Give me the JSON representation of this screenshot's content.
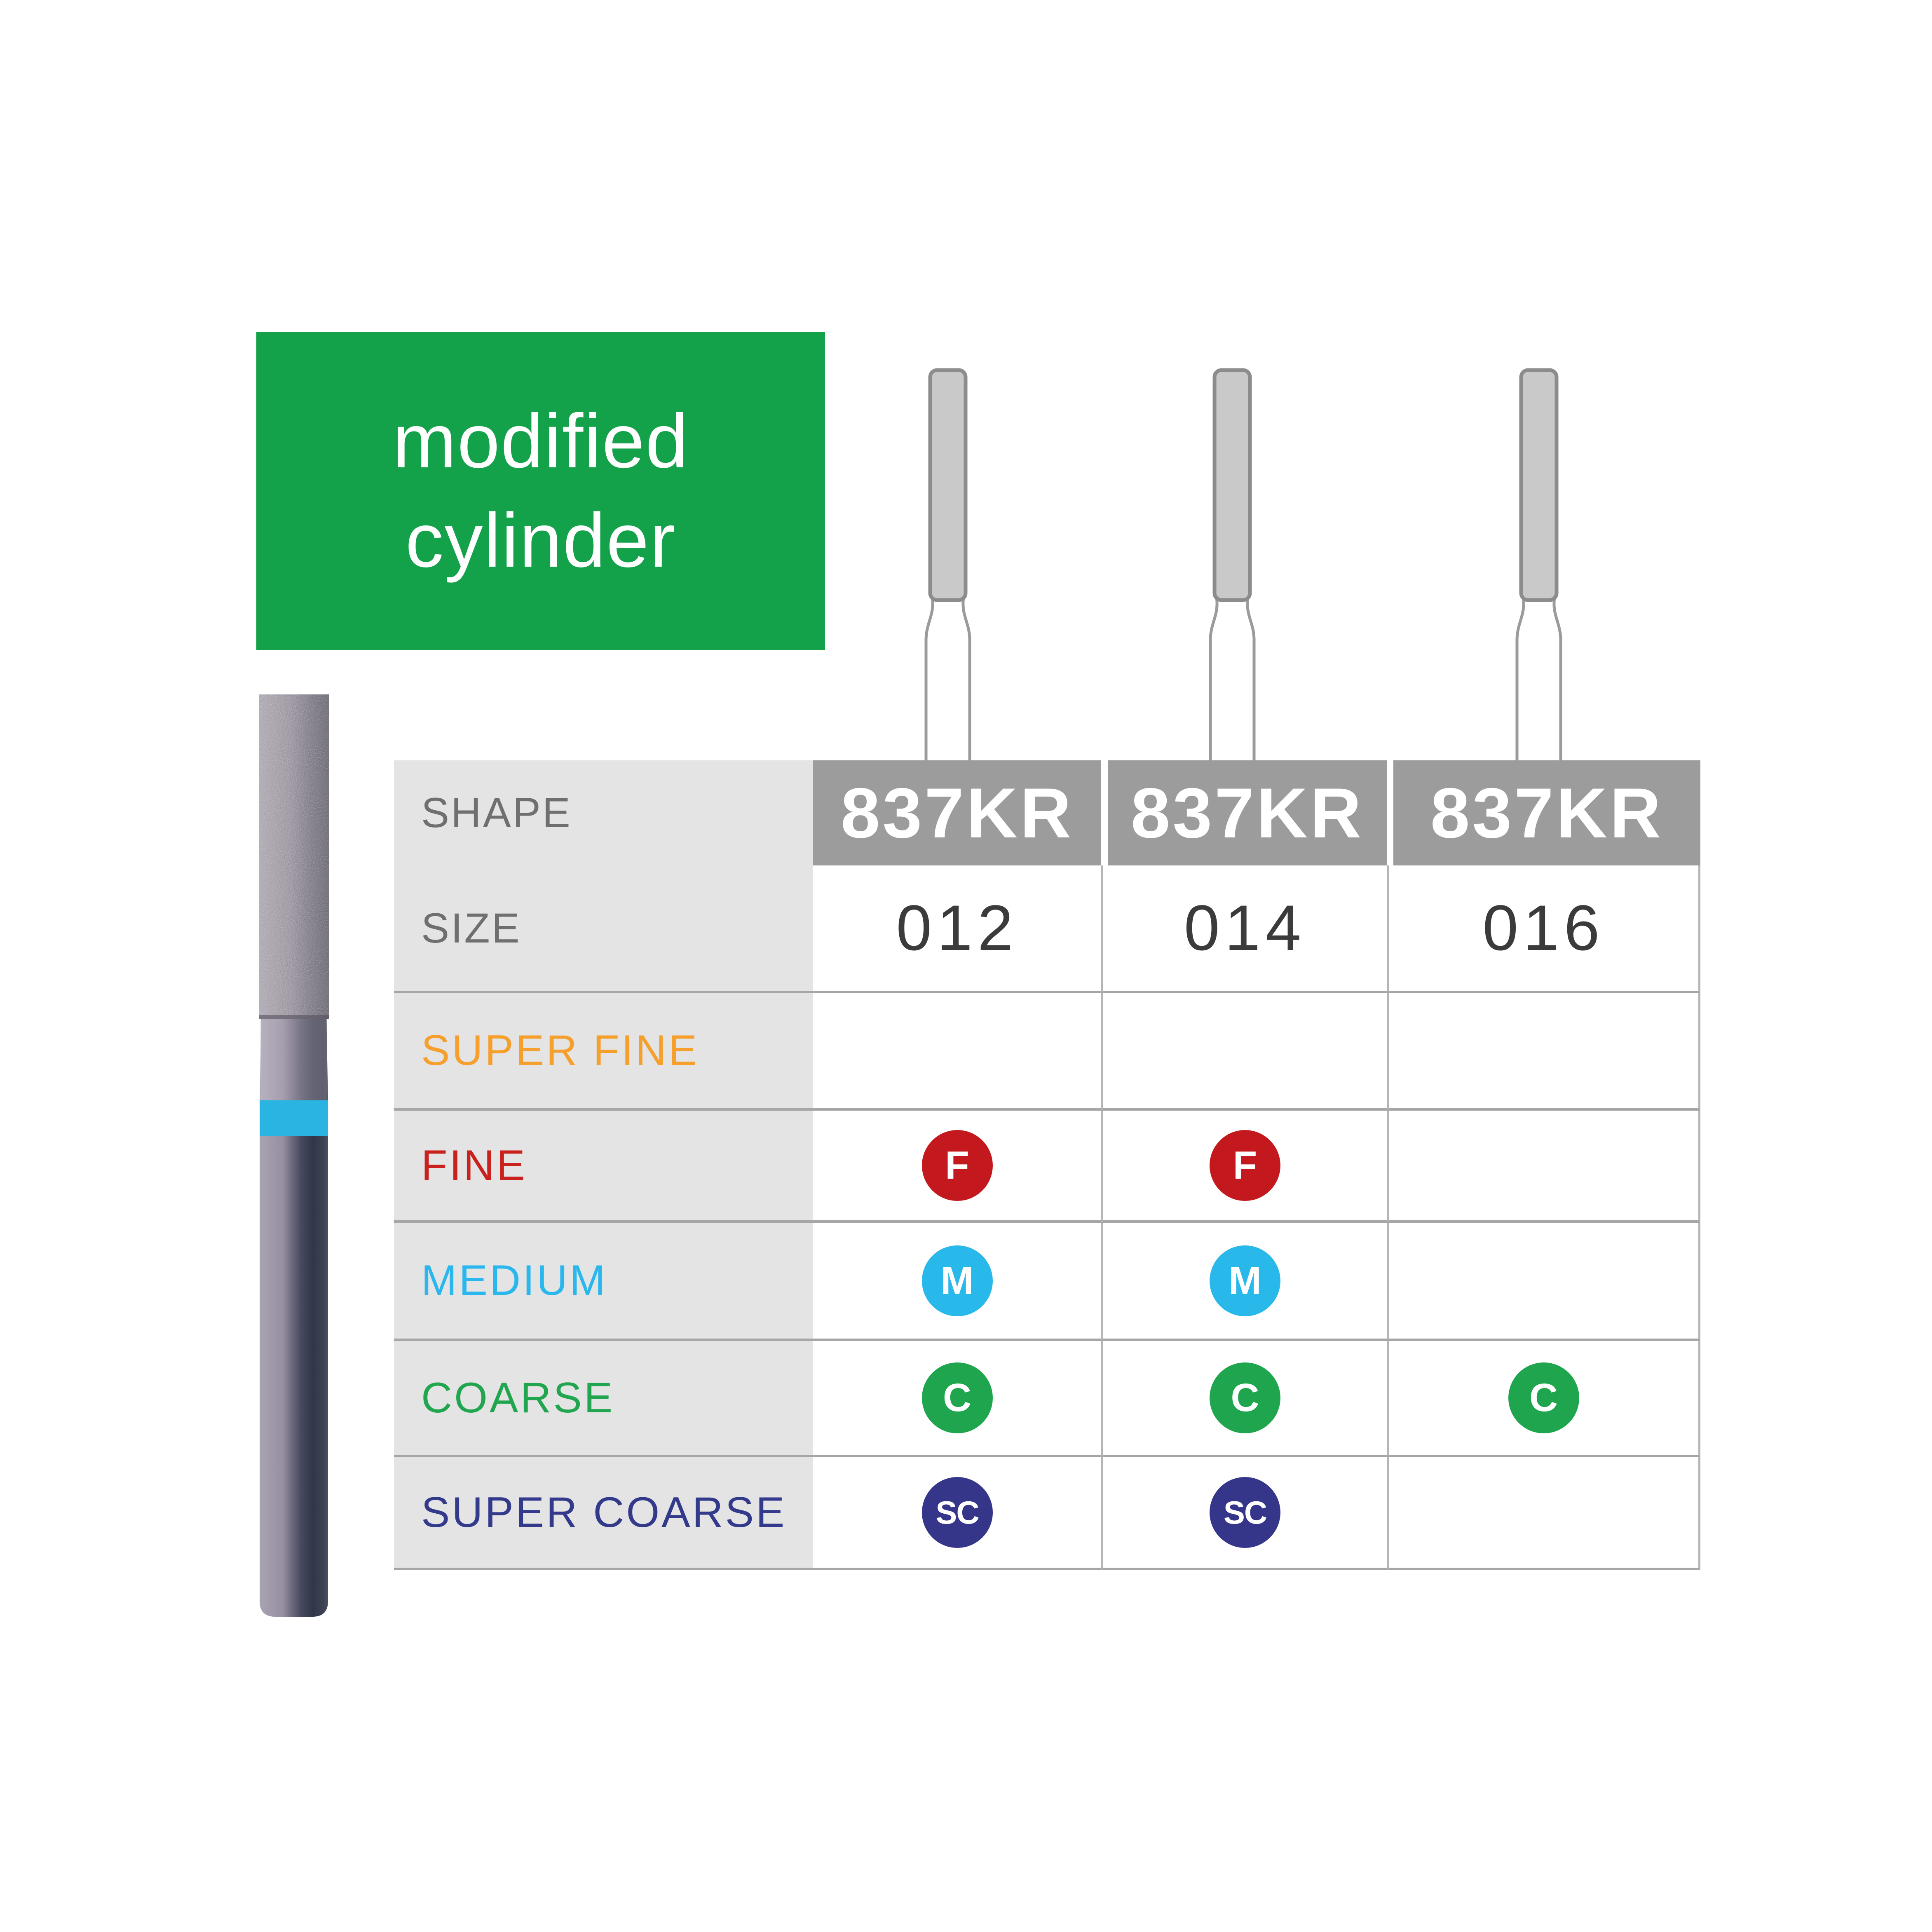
{
  "colors": {
    "accent_green": "#13a24a",
    "header_gray": "#9c9c9c",
    "label_col_gray": "#e4e4e4",
    "row_line": "#a6a6a6",
    "photo_band_blue": "#2ab4e2"
  },
  "shape_box": {
    "line1": "modified",
    "line2": "cylinder"
  },
  "icons": {
    "bur_icon_label": "modified-cylinder-bur-outline",
    "photo_label": "diamond-bur-photo"
  },
  "table": {
    "shape_row": {
      "label": "SHAPE",
      "values": [
        "837KR",
        "837KR",
        "837KR"
      ]
    },
    "size_row": {
      "label": "SIZE",
      "values": [
        "012",
        "014",
        "016"
      ]
    },
    "grit_rows": [
      {
        "label": "SUPER FINE",
        "color": "#f5a02d",
        "badges": [
          "",
          "",
          ""
        ]
      },
      {
        "label": "FINE",
        "color": "#c9211e",
        "badges": [
          "F",
          "F",
          ""
        ]
      },
      {
        "label": "MEDIUM",
        "color": "#29b7ee",
        "badges": [
          "M",
          "M",
          ""
        ]
      },
      {
        "label": "COARSE",
        "color": "#21a64f",
        "badges": [
          "C",
          "C",
          "C"
        ]
      },
      {
        "label": "SUPER COARSE",
        "color": "#333a8c",
        "badges": [
          "SC",
          "SC",
          ""
        ]
      }
    ],
    "badge_colors": {
      "F": "#c2181e",
      "M": "#29b8ea",
      "C": "#1ea54d",
      "SC": "#35358a"
    }
  }
}
